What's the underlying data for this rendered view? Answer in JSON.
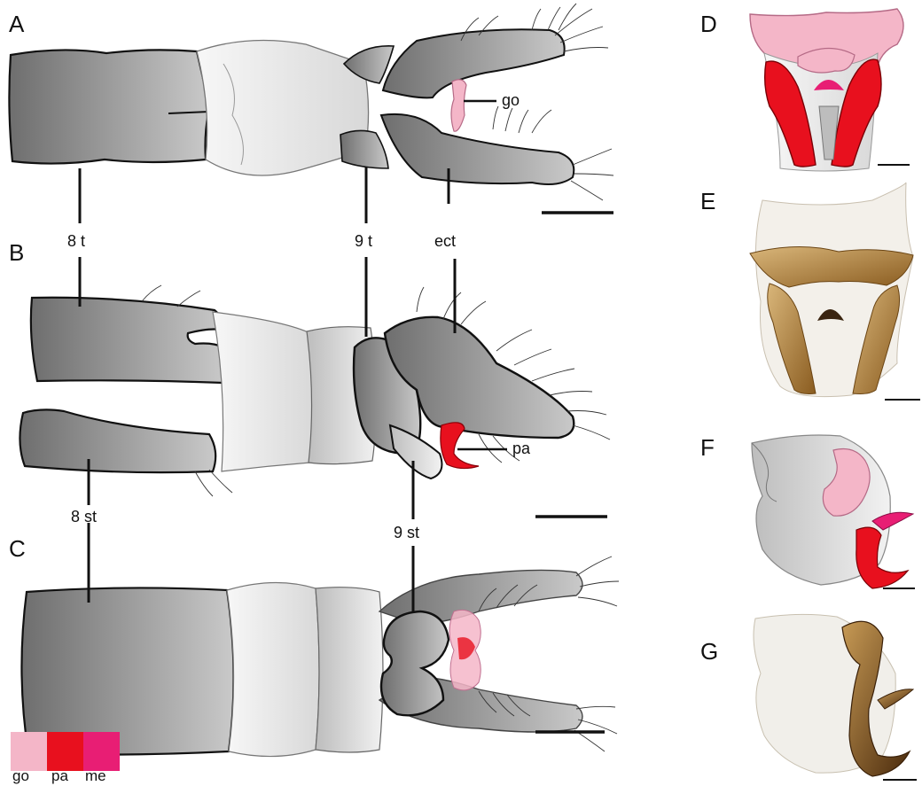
{
  "panels": {
    "A": "A",
    "B": "B",
    "C": "C",
    "D": "D",
    "E": "E",
    "F": "F",
    "G": "G"
  },
  "labels": {
    "go": "go",
    "t8": "8 t",
    "t9": "9 t",
    "ect": "ect",
    "pa": "pa",
    "st8": "8 st",
    "st9": "9 st"
  },
  "legend": [
    {
      "label": "go",
      "color": "#f4b6c8"
    },
    {
      "label": "pa",
      "color": "#e8101e"
    },
    {
      "label": "me",
      "color": "#e81e74"
    }
  ],
  "colors": {
    "outline": "#111111",
    "dark_gray": "#8a8a8a",
    "light_gray": "#e6e6e6",
    "gonocoxite": "#f4b6c8",
    "paramere": "#e8101e",
    "median": "#e81e74",
    "sclerite_brown": "#b8893e"
  }
}
